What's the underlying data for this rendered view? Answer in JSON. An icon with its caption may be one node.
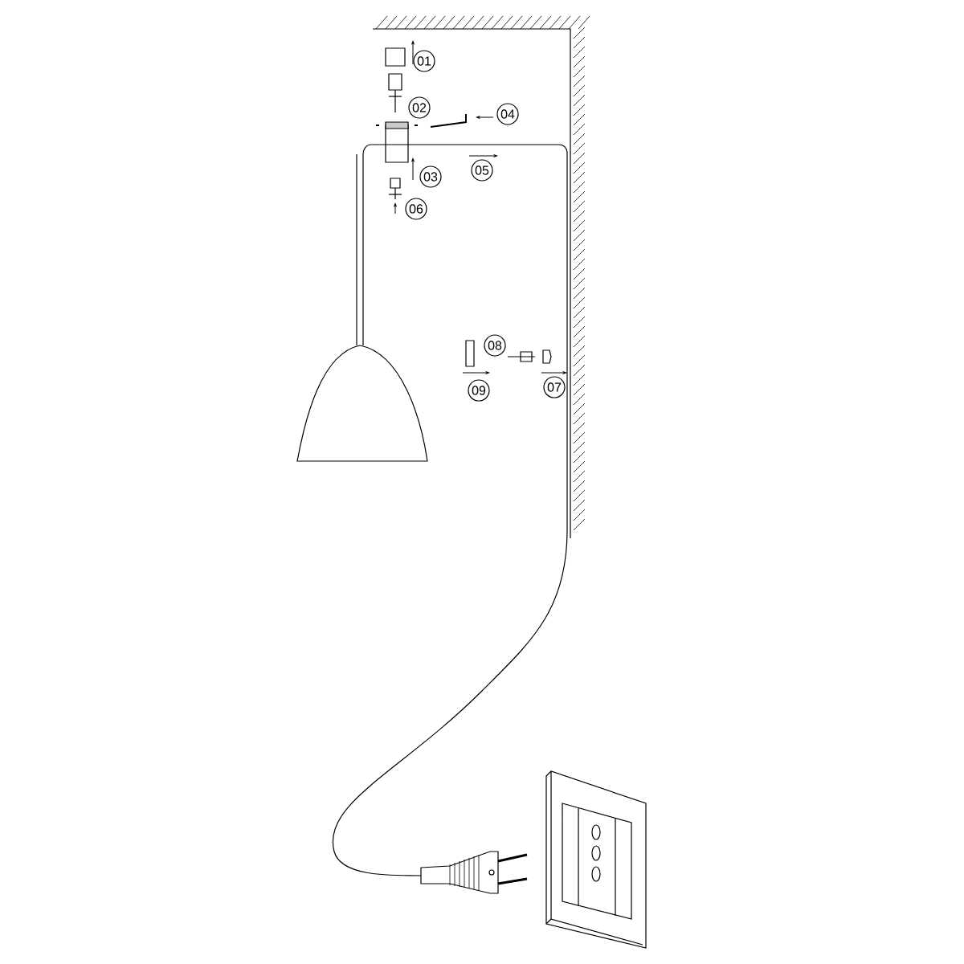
{
  "diagram": {
    "nodes": [
      {
        "text": [
          "01"
        ]
      },
      {
        "text": [
          "02"
        ]
      },
      {
        "text": [
          "04"
        ]
      },
      {
        "text": [
          "03"
        ]
      },
      {
        "text": [
          "05"
        ]
      },
      {
        "text": [
          "06"
        ]
      },
      {
        "text": [
          "08"
        ]
      },
      {
        "text": [
          "09"
        ]
      },
      {
        "text": [
          "07"
        ]
      }
    ]
  }
}
